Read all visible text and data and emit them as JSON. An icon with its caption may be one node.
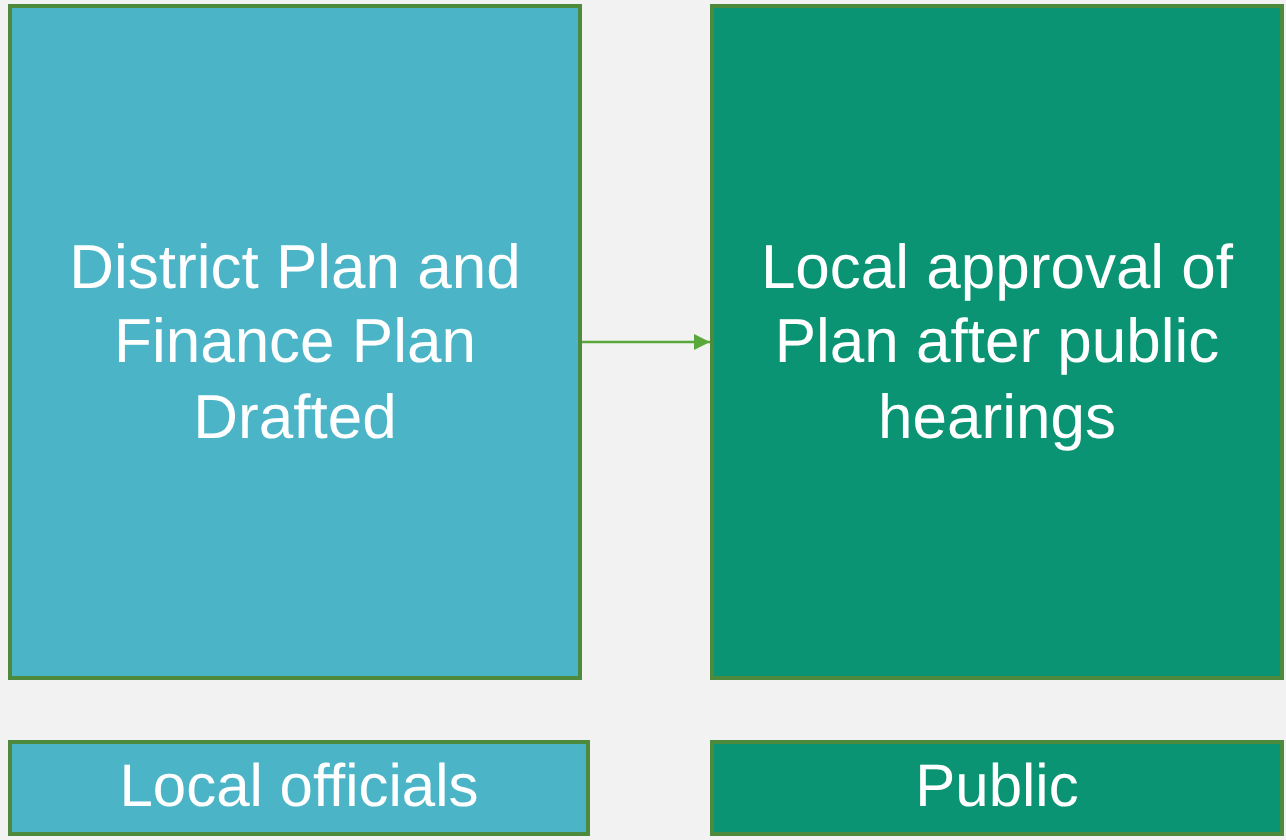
{
  "diagram": {
    "nodes": [
      {
        "text": [
          "District Plan and Finance Plan Drafted"
        ]
      },
      {
        "text": [
          "Local approval of Plan after public hearings"
        ]
      },
      {
        "text": [
          "Local officials"
        ]
      },
      {
        "text": [
          "Public"
        ]
      }
    ],
    "edges": [
      {
        "from": 0,
        "to": 1,
        "arrow": "to"
      }
    ]
  }
}
